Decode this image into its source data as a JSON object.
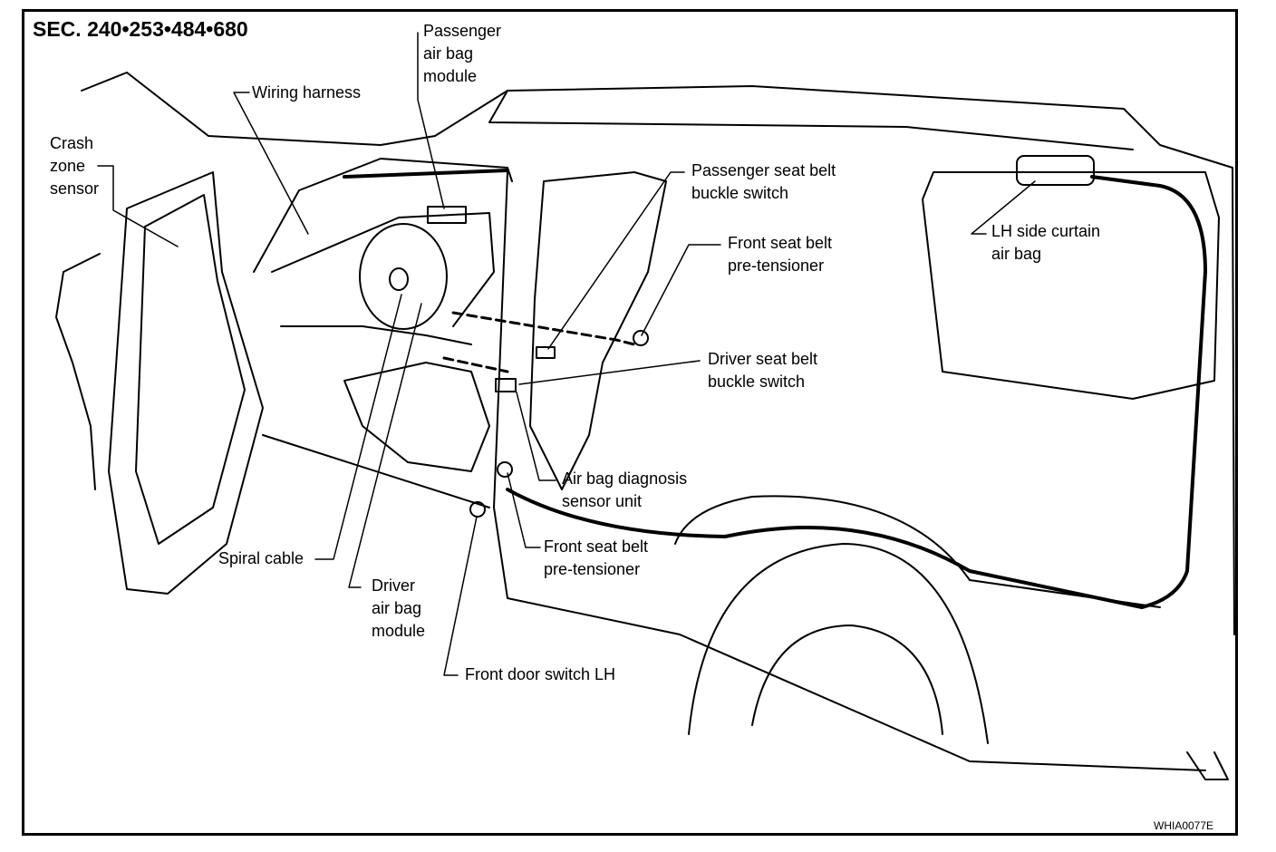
{
  "header": {
    "section_code": "SEC. 240•253•484•680"
  },
  "figure_code": "WHIA0077E",
  "labels": {
    "passenger_air_bag_module": "Passenger\nair bag\nmodule",
    "wiring_harness": "Wiring harness",
    "crash_zone_sensor": "Crash\nzone\nsensor",
    "passenger_seat_belt_buckle_switch": "Passenger seat belt\nbuckle switch",
    "front_seat_belt_pretensioner_upper": "Front seat belt\npre-tensioner",
    "lh_side_curtain_air_bag": "LH side curtain\nair bag",
    "driver_seat_belt_buckle_switch": "Driver seat belt\nbuckle switch",
    "air_bag_diagnosis_sensor_unit": "Air bag diagnosis\nsensor unit",
    "front_seat_belt_pretensioner_lower": "Front seat belt\npre-tensioner",
    "spiral_cable": "Spiral cable",
    "driver_air_bag_module": "Driver\nair bag\nmodule",
    "front_door_switch_lh": "Front door switch LH"
  },
  "colors": {
    "line": "#000000",
    "background": "#ffffff"
  }
}
